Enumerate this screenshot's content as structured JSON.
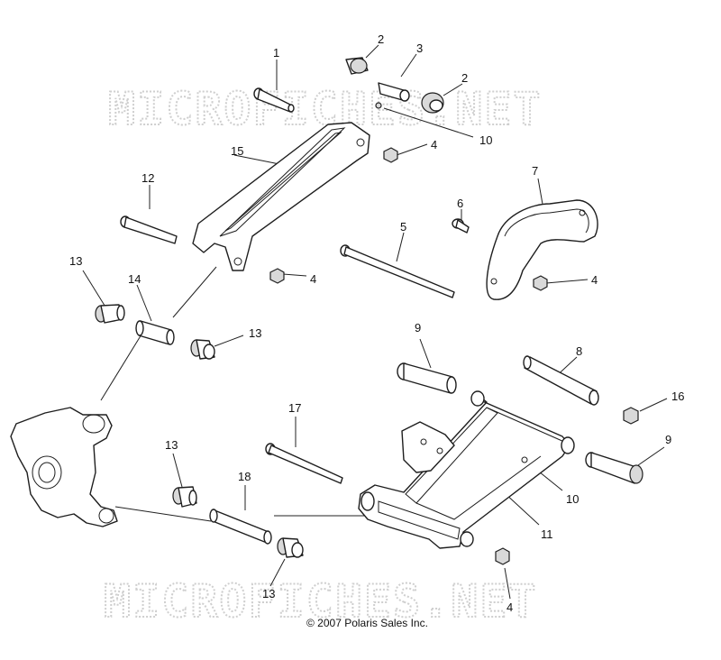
{
  "watermark": "MICROFICHES.NET",
  "copyright": "© 2007 Polaris Sales Inc.",
  "callouts": [
    "1",
    "2",
    "3",
    "4",
    "5",
    "6",
    "7",
    "8",
    "9",
    "10",
    "11",
    "12",
    "13",
    "14",
    "15",
    "16",
    "17",
    "18"
  ],
  "colors": {
    "background": "#ffffff",
    "line": "#1e1e1e",
    "watermark": "#cfcfcf",
    "shade": "#d9d9d9"
  }
}
